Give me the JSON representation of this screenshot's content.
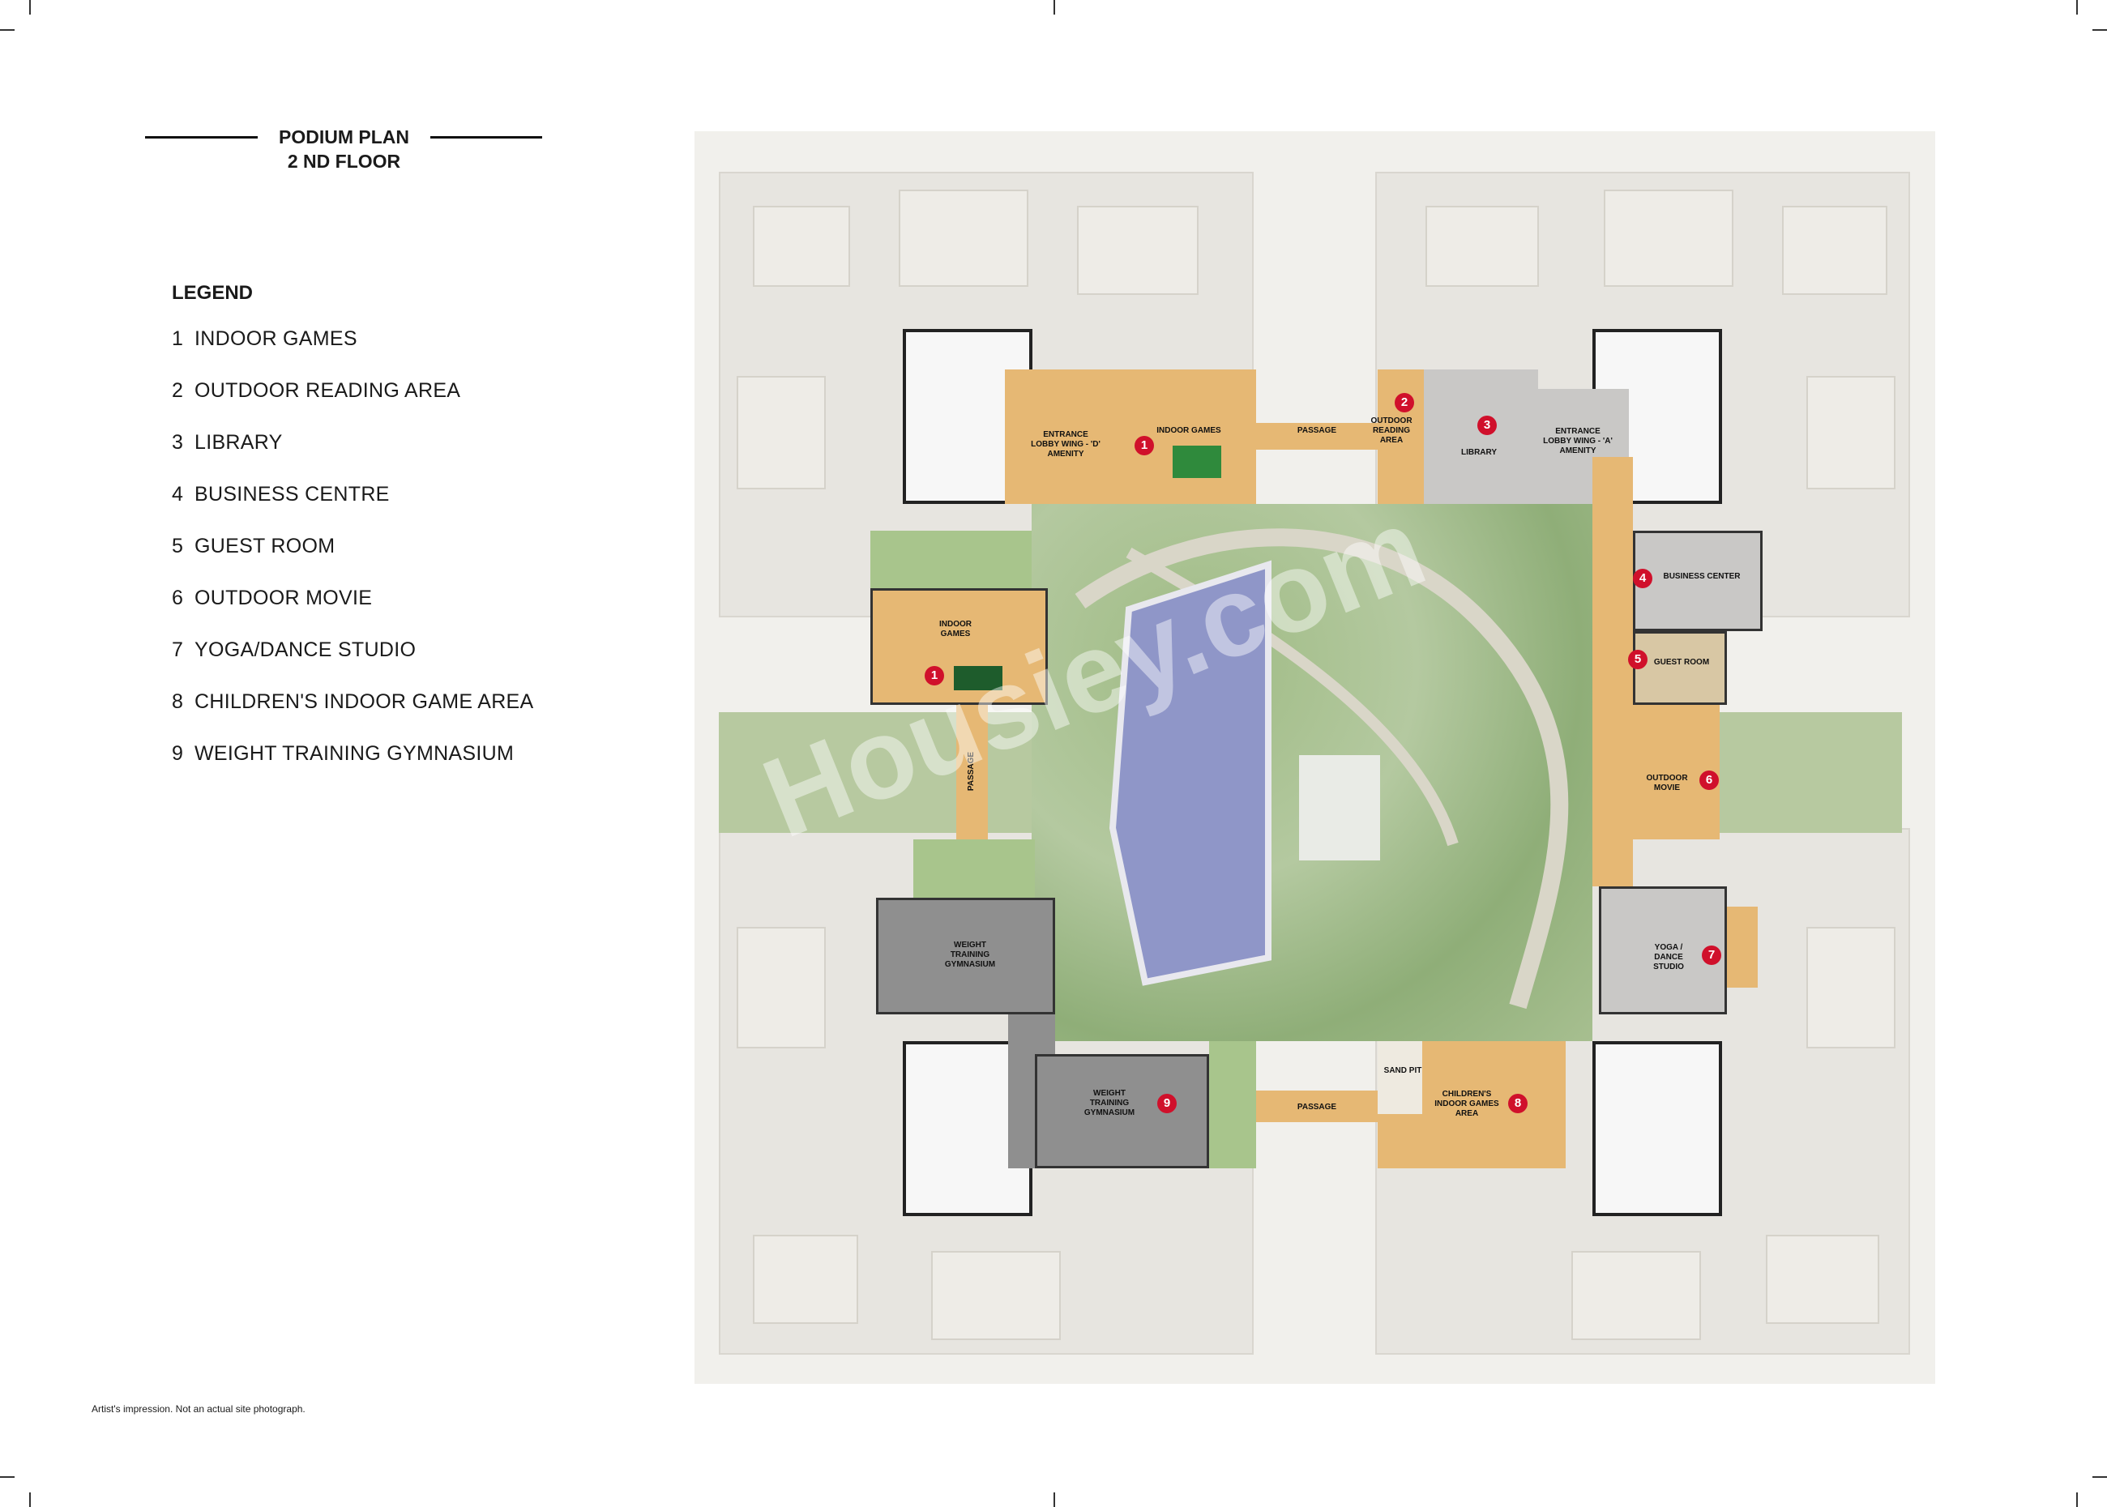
{
  "header": {
    "title_line1": "PODIUM PLAN",
    "title_line2": "2 ND FLOOR"
  },
  "legend": {
    "heading": "LEGEND",
    "items": [
      {
        "num": "1",
        "label": "INDOOR GAMES"
      },
      {
        "num": "2",
        "label": "OUTDOOR READING AREA"
      },
      {
        "num": "3",
        "label": "LIBRARY"
      },
      {
        "num": "4",
        "label": "BUSINESS CENTRE"
      },
      {
        "num": "5",
        "label": "GUEST ROOM"
      },
      {
        "num": "6",
        "label": "OUTDOOR MOVIE"
      },
      {
        "num": "7",
        "label": "YOGA/DANCE STUDIO"
      },
      {
        "num": "8",
        "label": "CHILDREN'S INDOOR GAME AREA"
      },
      {
        "num": "9",
        "label": "WEIGHT TRAINING GYMNASIUM"
      }
    ]
  },
  "plan": {
    "labels": {
      "lobby_d": "ENTRANCE LOBBY WING - 'D' AMENITY",
      "indoor_games_top": "INDOOR GAMES",
      "passage_top": "PASSAGE",
      "outdoor_reading": "OUTDOOR READING AREA",
      "library": "LIBRARY",
      "lobby_a": "ENTRANCE LOBBY WING - 'A' AMENITY",
      "business_center": "BUSINESS CENTER",
      "guest_room": "GUEST ROOM",
      "indoor_games_left": "INDOOR GAMES",
      "passage_left": "PASSAGE",
      "outdoor_movie": "OUTDOOR MOVIE",
      "gym_left": "WEIGHT TRAINING GYMNASIUM",
      "yoga": "YOGA / DANCE STUDIO",
      "sand_pit": "SAND PIT",
      "gym_bottom": "WEIGHT TRAINING GYMNASIUM",
      "passage_bottom": "PASSAGE",
      "childrens": "CHILDREN'S INDOOR GAMES AREA"
    },
    "markers": [
      "1",
      "2",
      "3",
      "4",
      "5",
      "6",
      "7",
      "8",
      "9",
      "1"
    ],
    "colors": {
      "amenity": "#e6b874",
      "indoor": "#c9c8c6",
      "gym": "#8f8f8f",
      "landscape": "#a8c58c",
      "pool": "#8f96c8",
      "marker": "#d0102b"
    }
  },
  "watermark": "Housiey.com",
  "footnote": "Artist's impression. Not an actual site photograph."
}
